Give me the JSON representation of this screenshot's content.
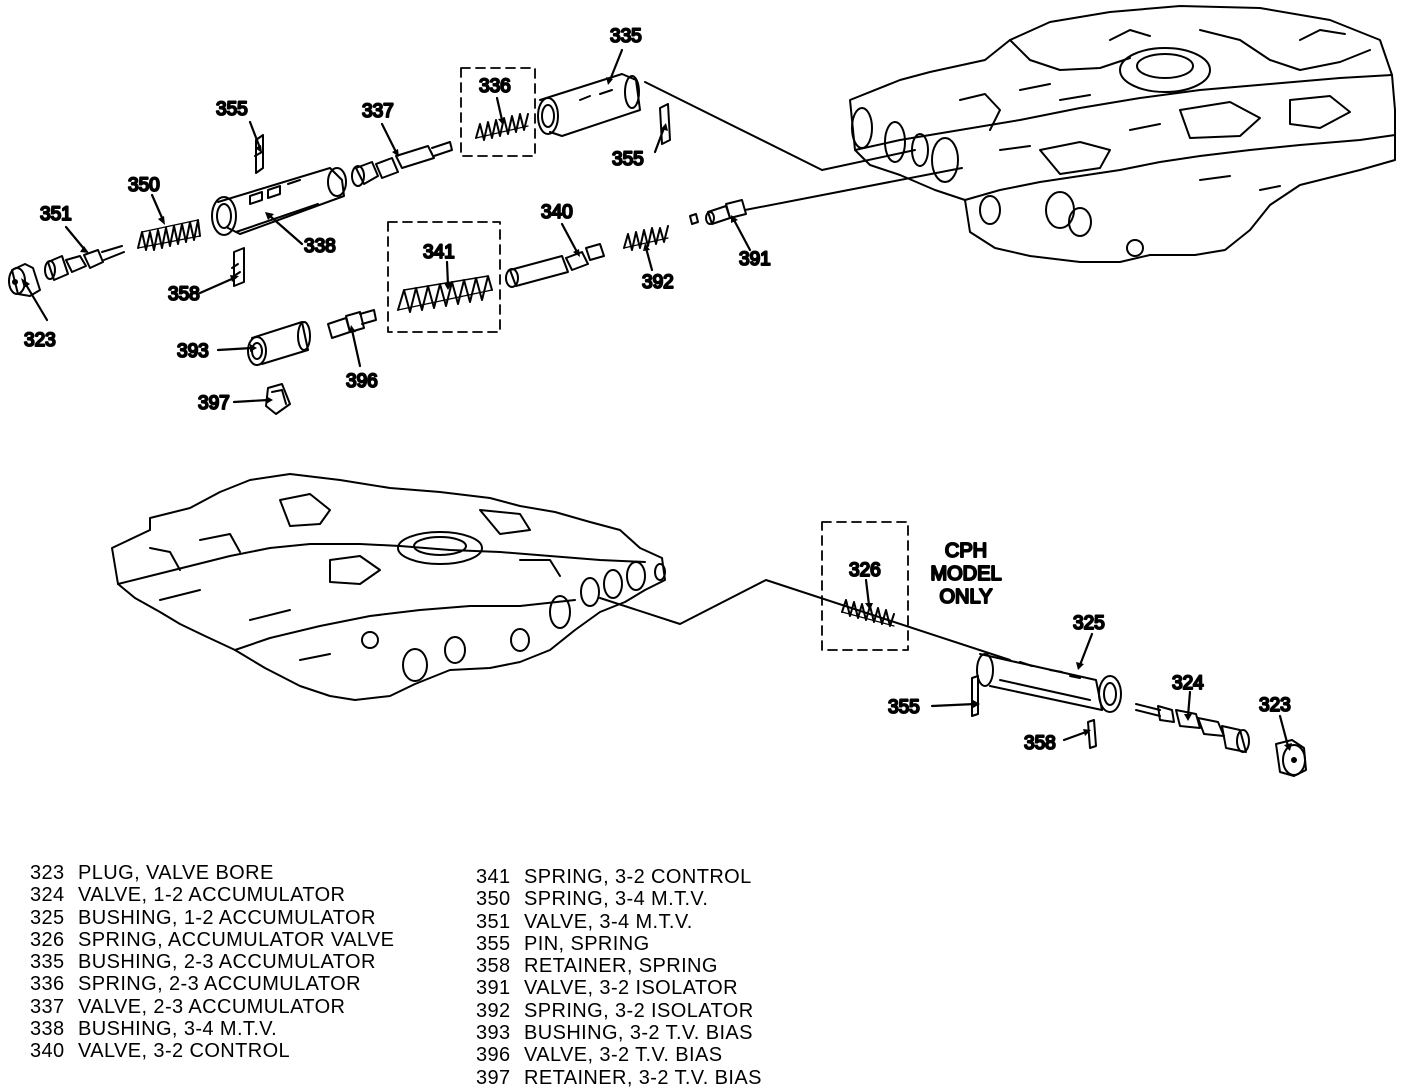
{
  "callouts": {
    "c323_top": "323",
    "c351": "351",
    "c350": "350",
    "c358_top": "358",
    "c355_top": "355",
    "c338": "338",
    "c337": "337",
    "c336": "336",
    "c335": "335",
    "c355_right": "355",
    "c341": "341",
    "c340": "340",
    "c392": "392",
    "c391": "391",
    "c393": "393",
    "c396": "396",
    "c397": "397",
    "c326": "326",
    "c325": "325",
    "c355_bottom": "355",
    "c358_bottom": "358",
    "c324": "324",
    "c323_bottom": "323"
  },
  "note": {
    "line1": "CPH",
    "line2": "MODEL",
    "line3": "ONLY"
  },
  "legend": {
    "left": [
      {
        "num": "323",
        "desc": "PLUG, VALVE BORE"
      },
      {
        "num": "324",
        "desc": "VALVE, 1-2 ACCUMULATOR"
      },
      {
        "num": "325",
        "desc": "BUSHING, 1-2 ACCUMULATOR"
      },
      {
        "num": "326",
        "desc": "SPRING, ACCUMULATOR VALVE"
      },
      {
        "num": "335",
        "desc": "BUSHING, 2-3 ACCUMULATOR"
      },
      {
        "num": "336",
        "desc": "SPRING, 2-3 ACCUMULATOR"
      },
      {
        "num": "337",
        "desc": "VALVE, 2-3 ACCUMULATOR"
      },
      {
        "num": "338",
        "desc": "BUSHING, 3-4 M.T.V."
      },
      {
        "num": "340",
        "desc": "VALVE, 3-2 CONTROL"
      }
    ],
    "right": [
      {
        "num": "341",
        "desc": "SPRING, 3-2 CONTROL"
      },
      {
        "num": "350",
        "desc": "SPRING, 3-4 M.T.V."
      },
      {
        "num": "351",
        "desc": "VALVE, 3-4 M.T.V."
      },
      {
        "num": "355",
        "desc": "PIN, SPRING"
      },
      {
        "num": "358",
        "desc": "RETAINER, SPRING"
      },
      {
        "num": "391",
        "desc": "VALVE, 3-2 ISOLATOR"
      },
      {
        "num": "392",
        "desc": "SPRING, 3-2 ISOLATOR"
      },
      {
        "num": "393",
        "desc": "BUSHING, 3-2 T.V. BIAS"
      },
      {
        "num": "396",
        "desc": "VALVE, 3-2 T.V. BIAS"
      },
      {
        "num": "397",
        "desc": "RETAINER, 3-2 T.V. BIAS"
      }
    ]
  }
}
